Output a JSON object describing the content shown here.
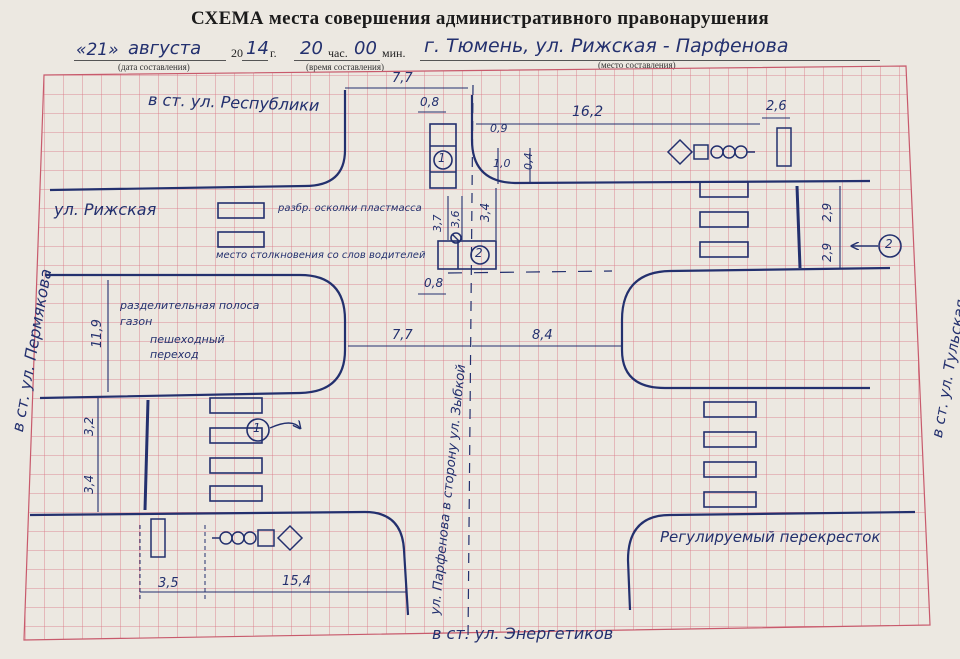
{
  "title": "СХЕМА места совершения административного правонарушения",
  "header": {
    "day": "«21»",
    "month": "августа",
    "year_prefix": "20",
    "year": "14",
    "year_suffix": "г.",
    "hour": "20",
    "hour_label": "час.",
    "minute": "00",
    "minute_label": "мин.",
    "place": "г. Тюмень, ул. Рижская - Парфенова",
    "caption_date": "(дата составления)",
    "caption_time": "(время составления)",
    "caption_place": "(место составления)"
  },
  "streets": {
    "respubliki": "в ст. ул. Республики",
    "rizhskaya": "ул. Рижская",
    "permyakova": "в ст. ул. Пермякова",
    "tulskaya": "в ст. ул. Тульская",
    "parfenova": "ул. Парфенова в сторону ул. Зыбкой",
    "energetikov": "в ст. ул. Энергетиков"
  },
  "annotations": {
    "debris": "разбр. осколки пластмасса",
    "collision_place": "место столкновения со слов водителей",
    "median": "разделительная полоса газон",
    "pedestrian_crossing": "пешеходный переход",
    "regulated_intersection": "Регулируемый перекресток"
  },
  "dimensions": {
    "d_7_7_top": "7,7",
    "d_0_8_top": "0,8",
    "d_0_9": "0,9",
    "d_16_2": "16,2",
    "d_2_6": "2,6",
    "d_1_0": "1,0",
    "d_0_4": "0,4",
    "d_3_7": "3,7",
    "d_3_6": "3,6",
    "d_3_4_top": "3,4",
    "d_0_8_bottom": "0,8",
    "d_2_9_a": "2,9",
    "d_2_9_b": "2,9",
    "d_11_9": "11,9",
    "d_7_7_mid": "7,7",
    "d_8_4": "8,4",
    "d_3_2": "3,2",
    "d_3_4_left": "3,4",
    "d_3_5": "3,5",
    "d_15_4": "15,4"
  },
  "vehicles": {
    "v1": "1",
    "v2": "2"
  },
  "colors": {
    "grid": "#d97080",
    "ink": "#23306e",
    "paper": "#ece8e1"
  }
}
